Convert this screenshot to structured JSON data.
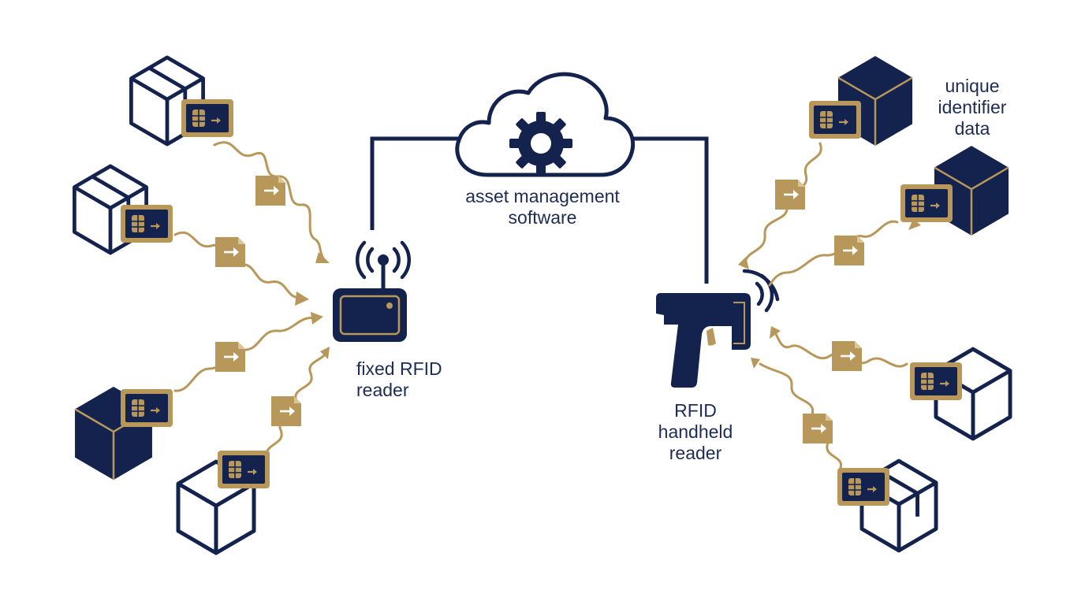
{
  "colors": {
    "navy": "#14234d",
    "gold": "#b8975a",
    "white": "#ffffff"
  },
  "labels": {
    "software": [
      "asset management",
      "software"
    ],
    "fixed_reader": [
      "fixed RFID",
      "reader"
    ],
    "handheld_reader": [
      "RFID",
      "handheld",
      "reader"
    ],
    "identifier": [
      "unique",
      "identifier",
      "data"
    ]
  },
  "icons": {
    "cloud": "cloud-gear-icon",
    "fixed_reader": "antenna-reader-icon",
    "handheld_reader": "scanner-gun-icon",
    "asset": "box-icon",
    "tag": "rfid-tag-icon",
    "data_packet": "document-arrow-icon"
  }
}
